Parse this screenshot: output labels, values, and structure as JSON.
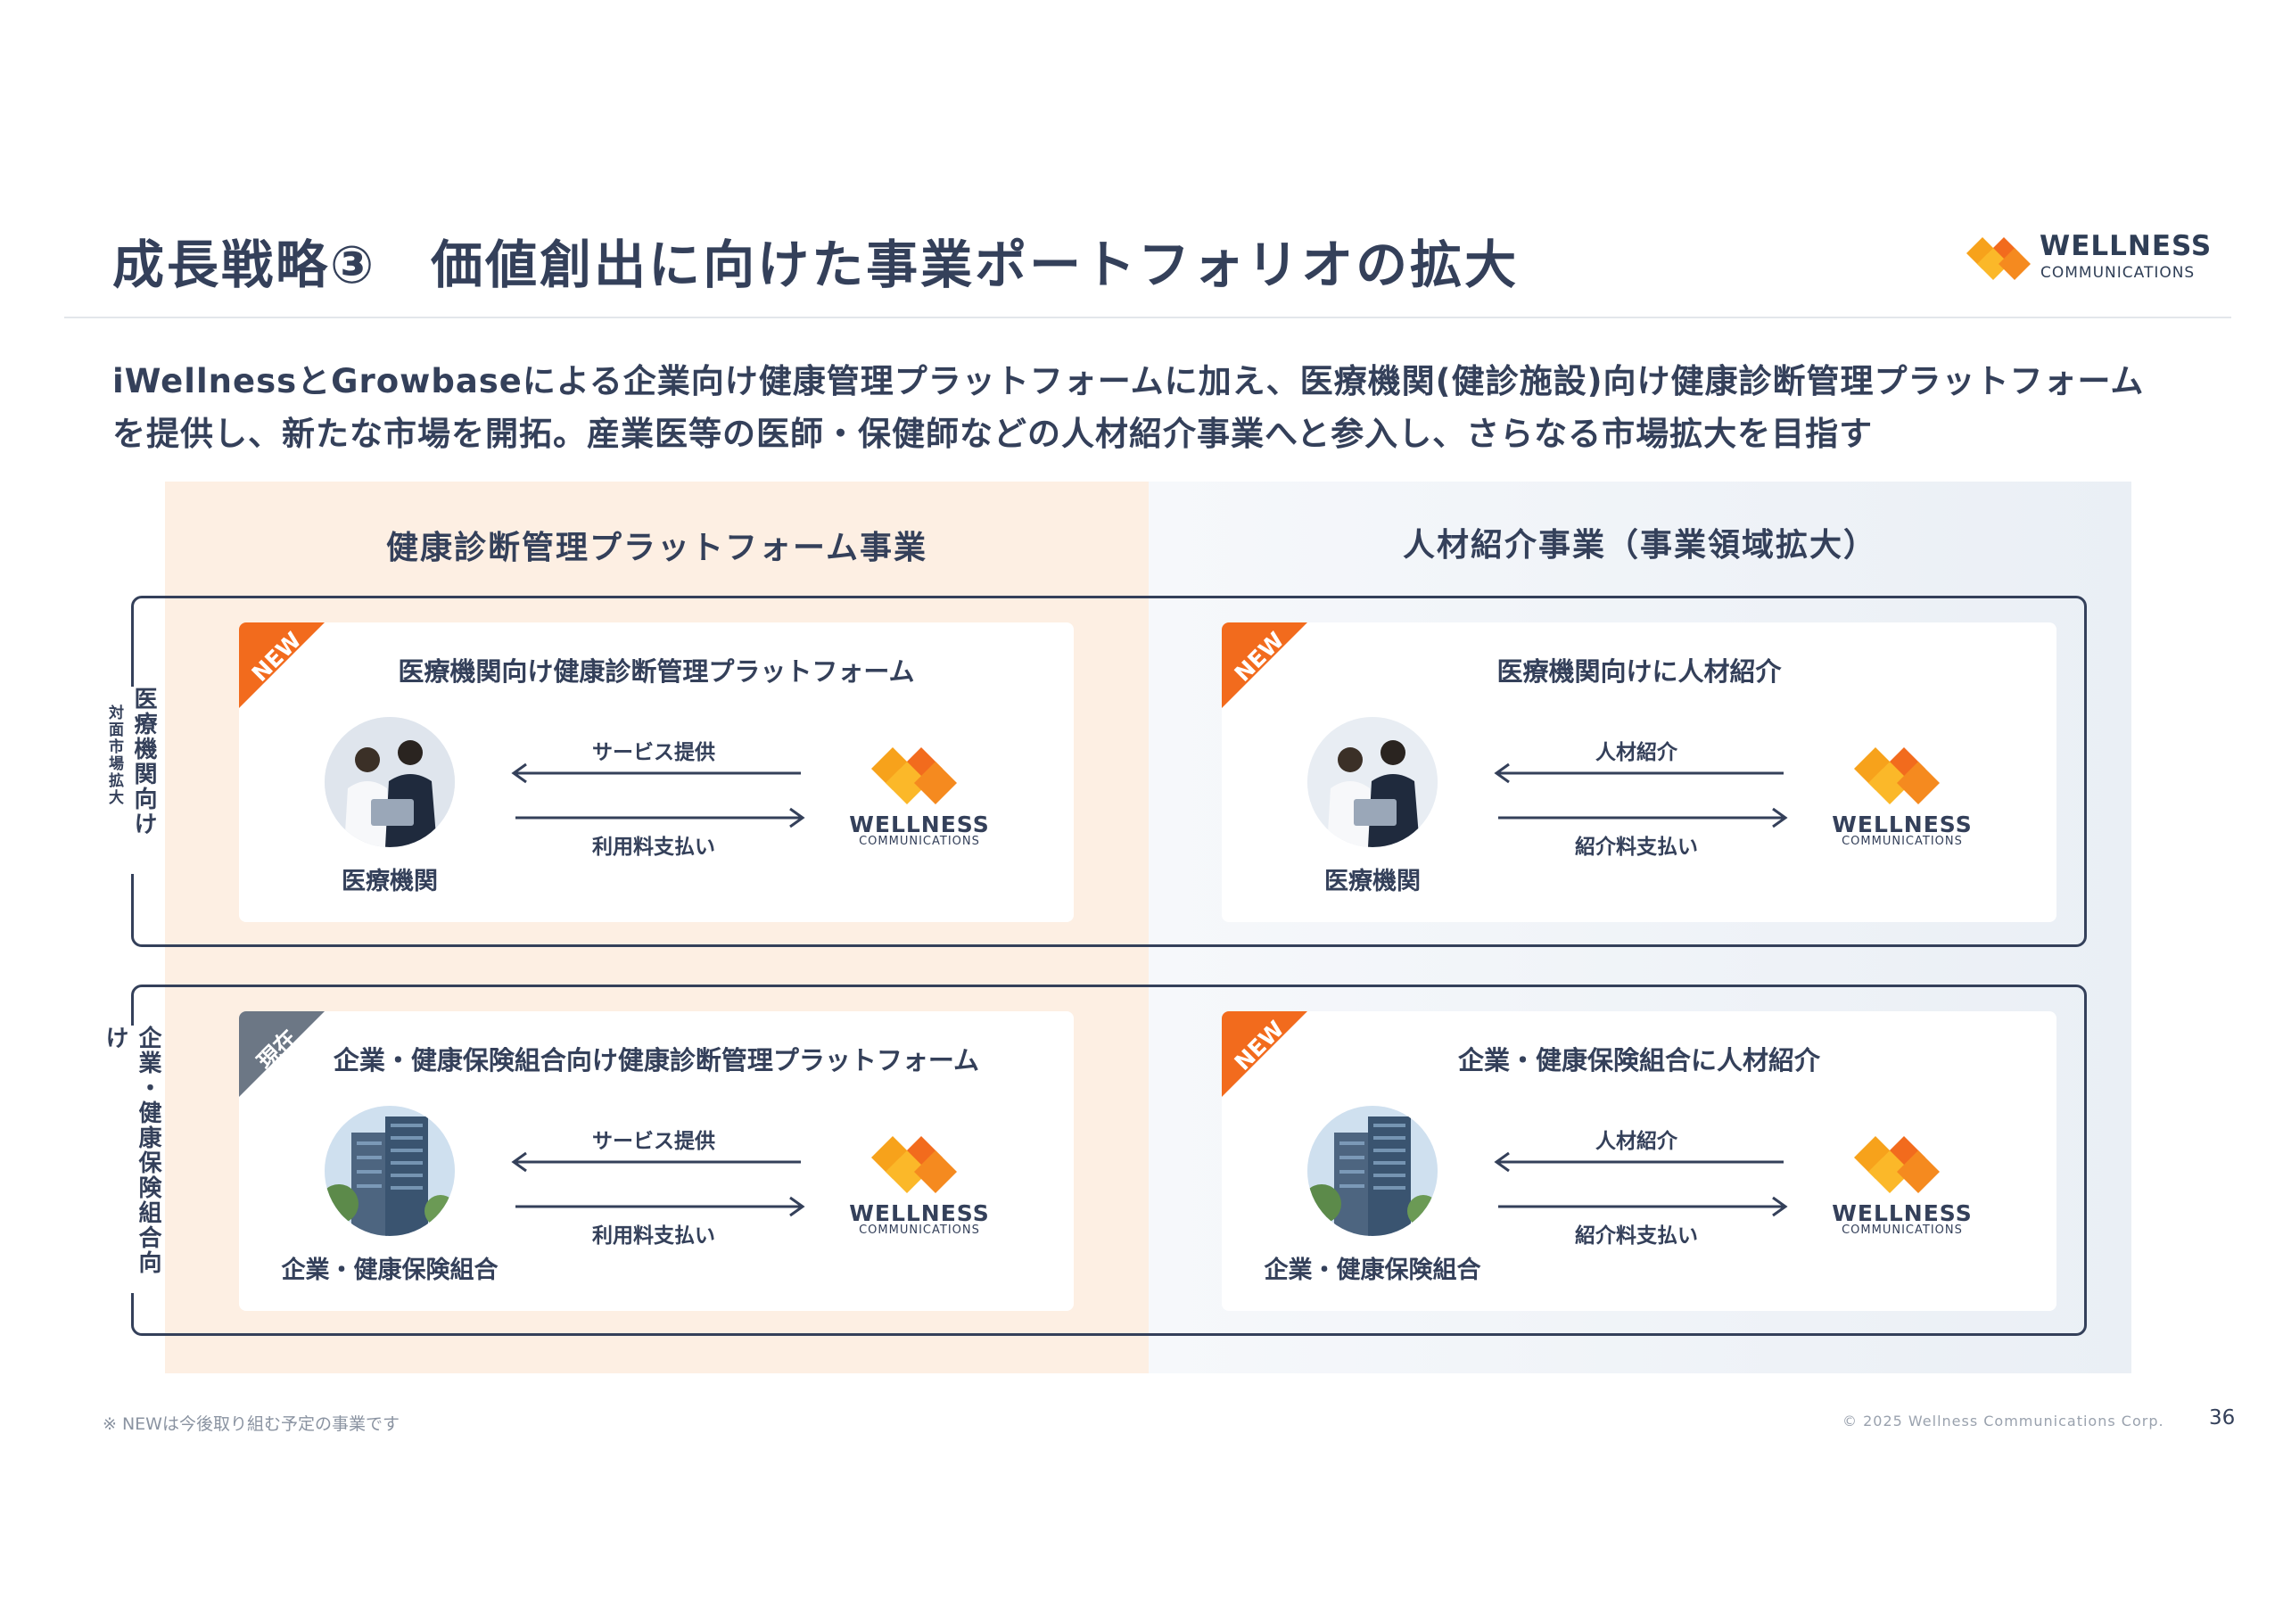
{
  "header": {
    "title": "成長戦略③　価値創出に向けた事業ポートフォリオの拡大",
    "logo_word": "WELLNESS",
    "logo_sub": "COMMUNICATIONS"
  },
  "lead": {
    "line1": "iWellnessとGrowbaseによる企業向け健康管理プラットフォームに加え、医療機関(健診施設)向け健康診断管理プラットフォーム",
    "line2": "を提供し、新たな市場を開拓。産業医等の医師・保健師などの人材紹介事業へと参入し、さらなる市場拡大を目指す"
  },
  "columns": {
    "left": "健康診断管理プラットフォーム事業",
    "right": "人材紹介事業（事業領域拡大）"
  },
  "rows": {
    "medical": {
      "label_main": "医療機関向け",
      "label_sub": "対面市場拡大"
    },
    "corporate": {
      "label_main": "企業・健康保険組合向け"
    }
  },
  "cards": {
    "tl": {
      "badge": "NEW",
      "title": "医療機関向け健康診断管理プラットフォーム",
      "client": "医療機関",
      "arrow_top": "サービス提供",
      "arrow_bottom": "利用料支払い"
    },
    "tr": {
      "badge": "NEW",
      "title": "医療機関向けに人材紹介",
      "client": "医療機関",
      "arrow_top": "人材紹介",
      "arrow_bottom": "紹介料支払い"
    },
    "bl": {
      "badge": "現在",
      "title": "企業・健康保険組合向け健康診断管理プラットフォーム",
      "client": "企業・健康保険組合",
      "arrow_top": "サービス提供",
      "arrow_bottom": "利用料支払い"
    },
    "br": {
      "badge": "NEW",
      "title": "企業・健康保険組合に人材紹介",
      "client": "企業・健康保険組合",
      "arrow_top": "人材紹介",
      "arrow_bottom": "紹介料支払い"
    }
  },
  "colors": {
    "accent_orange": "#f26b1d",
    "badge_gray": "#6c7785",
    "text_navy": "#34405a"
  },
  "footer": {
    "note": "※ NEWは今後取り組む予定の事業です",
    "copyright": "© 2025 Wellness Communications Corp.",
    "page": "36"
  }
}
